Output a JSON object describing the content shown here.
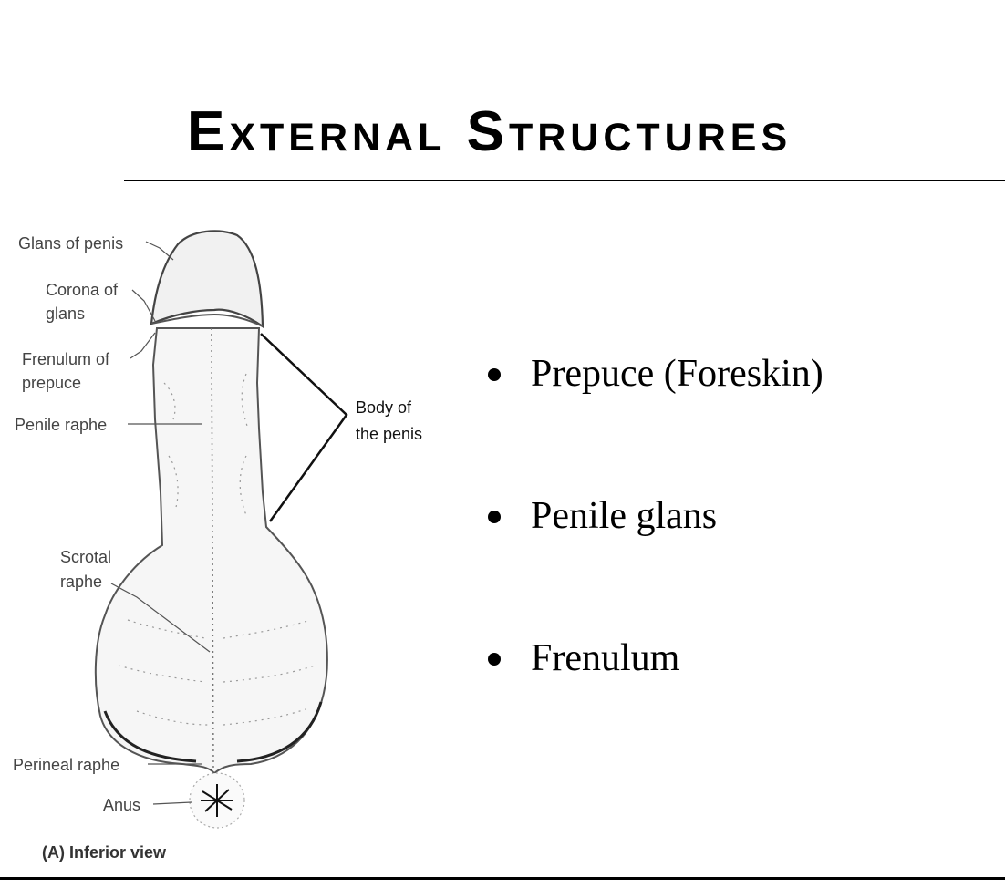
{
  "slide": {
    "title": "External Structures",
    "bullets": [
      "Prepuce (Foreskin)",
      "Penile glans",
      "Frenulum"
    ]
  },
  "diagram": {
    "labels": {
      "glans_line1": "Glans of penis",
      "corona_line1": "Corona of",
      "corona_line2": "glans",
      "frenulum_line1": "Frenulum of",
      "frenulum_line2": "prepuce",
      "penile_raphe": "Penile raphe",
      "body_line1": "Body of",
      "body_line2": "the penis",
      "scrotal_line1": "Scrotal",
      "scrotal_line2": "raphe",
      "perineal_raphe": "Perineal raphe",
      "anus": "Anus"
    },
    "caption": "(A) Inferior view"
  },
  "colors": {
    "text": "#000000",
    "label": "#444444",
    "background": "#ffffff"
  }
}
